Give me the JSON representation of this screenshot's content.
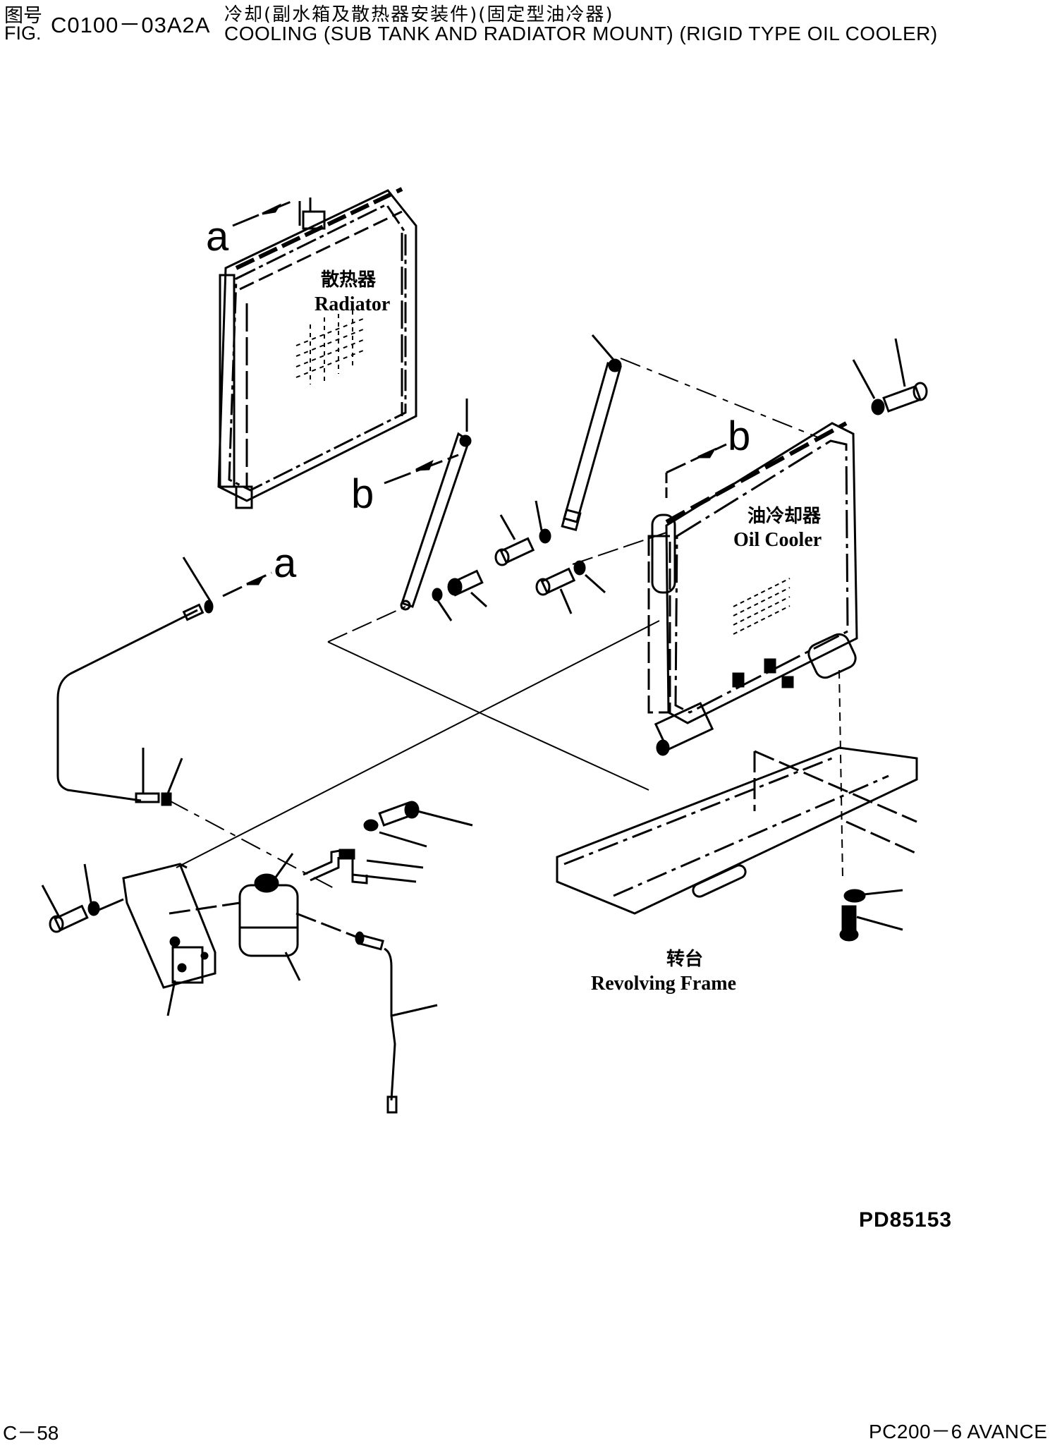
{
  "header": {
    "fig_label_cn": "图号",
    "fig_label_en": "FIG.",
    "fig_number": "C0100－03A2A",
    "title_cn": "冷却(副水箱及散热器安装件)(固定型油冷器)",
    "title_en": "COOLING (SUB TANK AND RADIATOR MOUNT) (RIGID TYPE OIL COOLER)"
  },
  "diagram": {
    "radiator_label_cn": "散热器",
    "radiator_label_en": "Radiator",
    "oil_cooler_label_cn": "油冷却器",
    "oil_cooler_label_en": "Oil Cooler",
    "frame_label_cn": "转台",
    "frame_label_en": "Revolving Frame",
    "ref_a_top": "a",
    "ref_a_mid": "a",
    "ref_b_left": "b",
    "ref_b_right": "b"
  },
  "footer": {
    "drawing_id": "PD85153",
    "page_number": "C－58",
    "model": "PC200－6 AVANCE"
  }
}
